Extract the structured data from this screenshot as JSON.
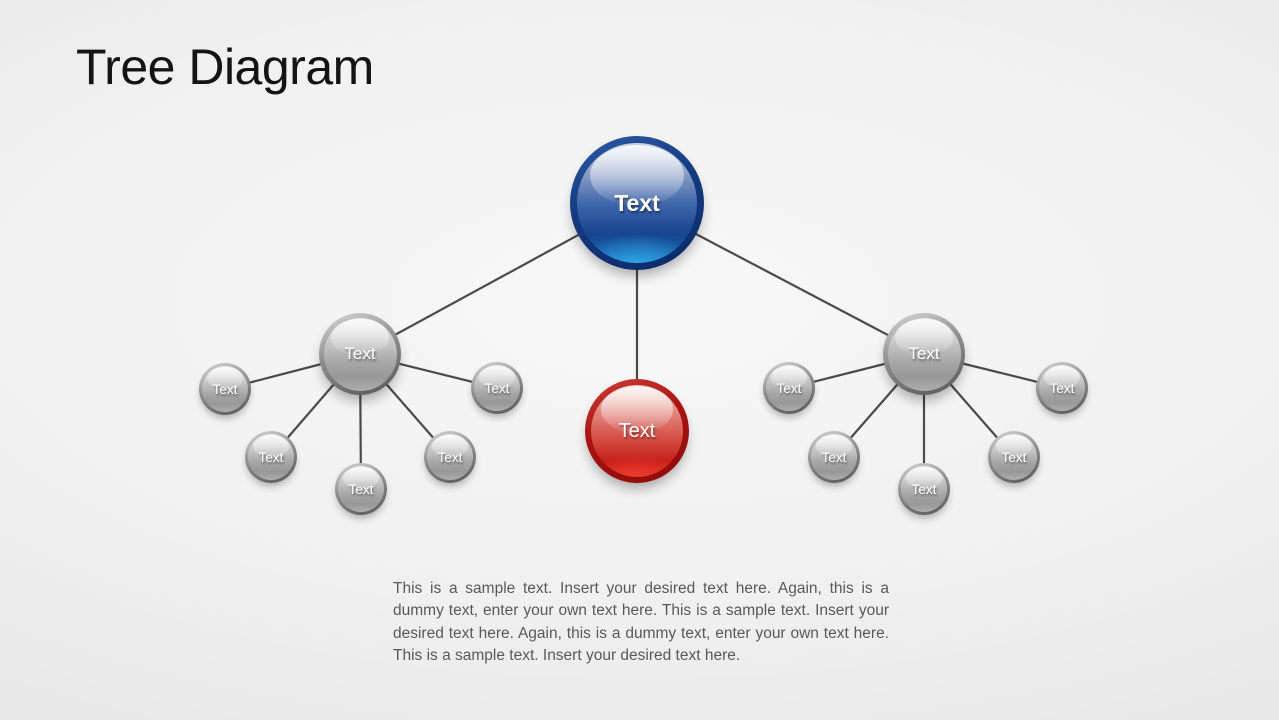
{
  "slide": {
    "title": "Tree Diagram",
    "caption": "This is a sample text. Insert your desired text here. Again, this is a dummy text, enter your own text here. This is a sample text. Insert your desired text here. Again, this is a dummy text, enter your own text here. This is a sample text. Insert your desired text here."
  },
  "diagram": {
    "root": {
      "label": "Text",
      "color": "#17448e"
    },
    "center": {
      "label": "Text",
      "color": "#c6211a"
    },
    "left": {
      "parent": {
        "label": "Text"
      },
      "children": [
        {
          "label": "Text"
        },
        {
          "label": "Text"
        },
        {
          "label": "Text"
        },
        {
          "label": "Text"
        },
        {
          "label": "Text"
        }
      ]
    },
    "right": {
      "parent": {
        "label": "Text"
      },
      "children": [
        {
          "label": "Text"
        },
        {
          "label": "Text"
        },
        {
          "label": "Text"
        },
        {
          "label": "Text"
        },
        {
          "label": "Text"
        }
      ]
    },
    "colors": {
      "gray_node": "#a6a6a6",
      "connector": "#4a4a4a",
      "caption_text": "#595959",
      "background": "#efefef"
    }
  }
}
